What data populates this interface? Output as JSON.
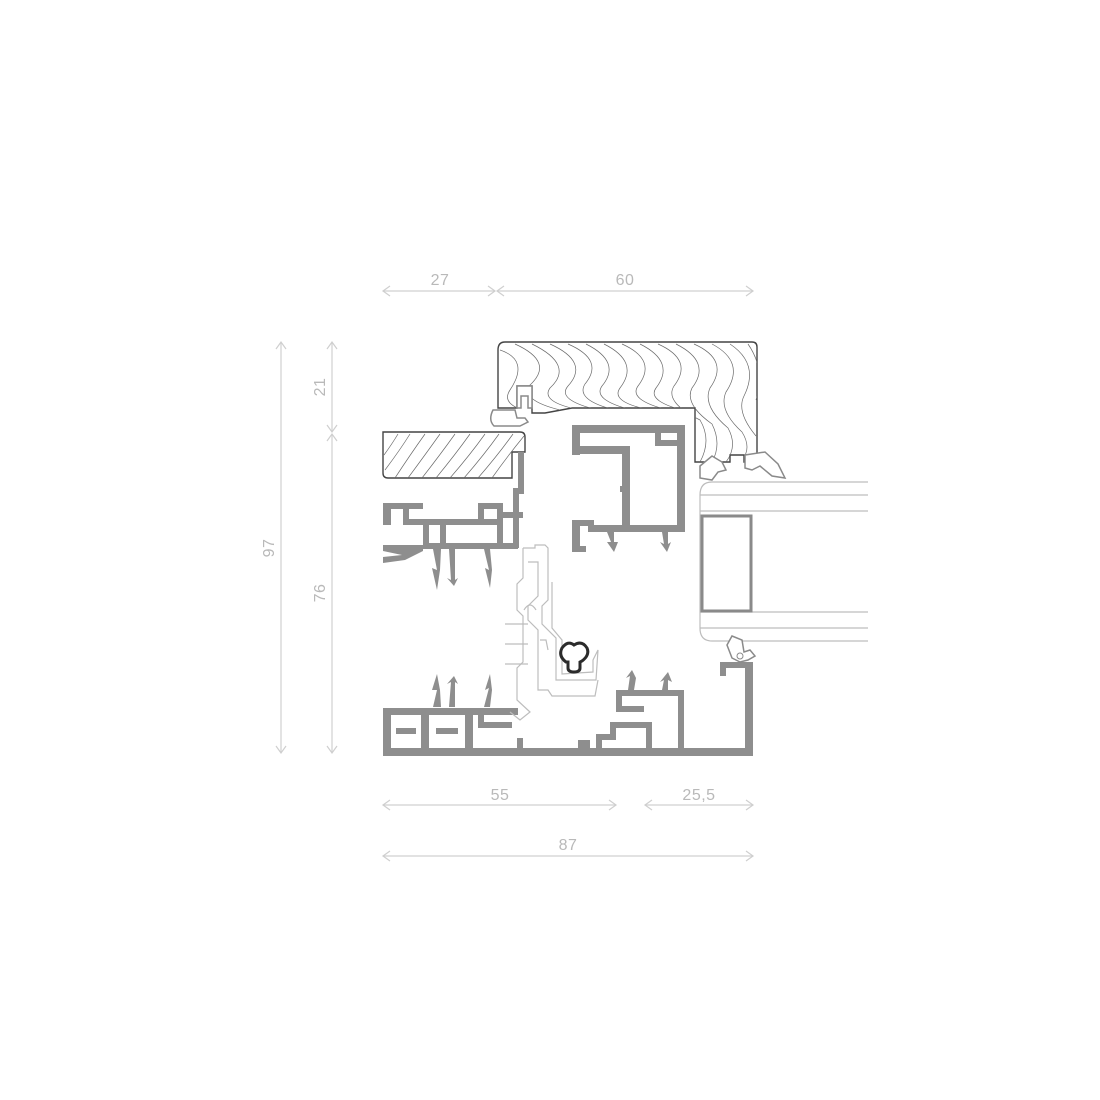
{
  "dimensions": {
    "top_left": "27",
    "top_right": "60",
    "left_outer": "97",
    "left_upper": "21",
    "left_lower": "76",
    "bottom_left": "55",
    "bottom_right": "25,5",
    "bottom_total": "87"
  },
  "colors": {
    "aluminium": "#8e8e8e",
    "dimension": "#c6c6c6",
    "wood_outline": "#444444",
    "gasket": "#2b2b2b"
  }
}
